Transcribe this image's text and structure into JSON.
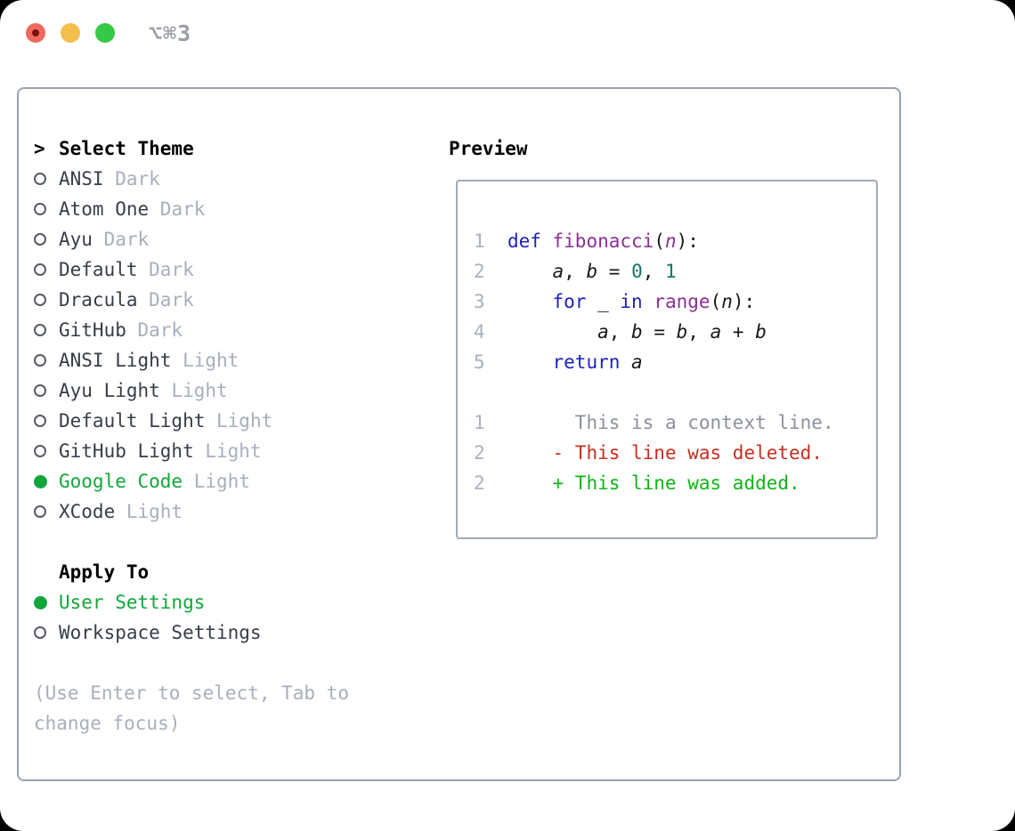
{
  "window": {
    "title": "⌥⌘3",
    "traffic_lights": [
      {
        "name": "close",
        "color": "#ee6a5f",
        "dot_color": "#7c120a"
      },
      {
        "name": "minimize",
        "color": "#f5bf4f"
      },
      {
        "name": "zoom",
        "color": "#35c946"
      }
    ]
  },
  "selector": {
    "prompt": ">",
    "title": "Select Theme",
    "themes": [
      {
        "name": "ANSI",
        "variant": "Dark",
        "selected": false
      },
      {
        "name": "Atom One",
        "variant": "Dark",
        "selected": false
      },
      {
        "name": "Ayu",
        "variant": "Dark",
        "selected": false
      },
      {
        "name": "Default",
        "variant": "Dark",
        "selected": false
      },
      {
        "name": "Dracula",
        "variant": "Dark",
        "selected": false
      },
      {
        "name": "GitHub",
        "variant": "Dark",
        "selected": false
      },
      {
        "name": "ANSI Light",
        "variant": "Light",
        "selected": false
      },
      {
        "name": "Ayu Light",
        "variant": "Light",
        "selected": false
      },
      {
        "name": "Default Light",
        "variant": "Light",
        "selected": false
      },
      {
        "name": "GitHub Light",
        "variant": "Light",
        "selected": false
      },
      {
        "name": "Google Code",
        "variant": "Light",
        "selected": true
      },
      {
        "name": "XCode",
        "variant": "Light",
        "selected": false
      }
    ],
    "apply_to": {
      "title": "Apply To",
      "options": [
        {
          "label": "User Settings",
          "selected": true
        },
        {
          "label": "Workspace Settings",
          "selected": false
        }
      ]
    },
    "hint": "(Use Enter to select, Tab to change focus)"
  },
  "preview": {
    "title": "Preview",
    "lines": [
      {
        "tokens": [
          {
            "t": "1  ",
            "c": "ln"
          },
          {
            "t": "def ",
            "c": "kw"
          },
          {
            "t": "fibonacci",
            "c": "fn"
          },
          {
            "t": "(",
            "c": "pl"
          },
          {
            "t": "n",
            "c": "fni"
          },
          {
            "t": "):",
            "c": "pl"
          }
        ]
      },
      {
        "tokens": [
          {
            "t": "2  ",
            "c": "ln"
          },
          {
            "t": "    ",
            "c": "pl"
          },
          {
            "t": "a",
            "c": "var"
          },
          {
            "t": ", ",
            "c": "pl"
          },
          {
            "t": "b",
            "c": "var"
          },
          {
            "t": " = ",
            "c": "pl"
          },
          {
            "t": "0",
            "c": "lit"
          },
          {
            "t": ", ",
            "c": "pl"
          },
          {
            "t": "1",
            "c": "lit"
          }
        ]
      },
      {
        "tokens": [
          {
            "t": "3  ",
            "c": "ln"
          },
          {
            "t": "    ",
            "c": "pl"
          },
          {
            "t": "for",
            "c": "kw"
          },
          {
            "t": " _ ",
            "c": "pl"
          },
          {
            "t": "in",
            "c": "kw"
          },
          {
            "t": " ",
            "c": "pl"
          },
          {
            "t": "range",
            "c": "fn"
          },
          {
            "t": "(",
            "c": "pl"
          },
          {
            "t": "n",
            "c": "var"
          },
          {
            "t": "):",
            "c": "pl"
          }
        ]
      },
      {
        "tokens": [
          {
            "t": "4  ",
            "c": "ln"
          },
          {
            "t": "        ",
            "c": "pl"
          },
          {
            "t": "a",
            "c": "var"
          },
          {
            "t": ", ",
            "c": "pl"
          },
          {
            "t": "b",
            "c": "var"
          },
          {
            "t": " = ",
            "c": "pl"
          },
          {
            "t": "b",
            "c": "var"
          },
          {
            "t": ", ",
            "c": "pl"
          },
          {
            "t": "a",
            "c": "var"
          },
          {
            "t": " + ",
            "c": "pl"
          },
          {
            "t": "b",
            "c": "var"
          }
        ]
      },
      {
        "tokens": [
          {
            "t": "5  ",
            "c": "ln"
          },
          {
            "t": "    ",
            "c": "pl"
          },
          {
            "t": "return",
            "c": "kw"
          },
          {
            "t": " ",
            "c": "pl"
          },
          {
            "t": "a",
            "c": "var"
          }
        ]
      },
      {
        "tokens": [
          {
            "t": "",
            "c": "pl"
          }
        ]
      },
      {
        "tokens": [
          {
            "t": "1  ",
            "c": "ln"
          },
          {
            "t": "      This is a context line.",
            "c": "ctx"
          }
        ]
      },
      {
        "tokens": [
          {
            "t": "2  ",
            "c": "ln"
          },
          {
            "t": "    - This line was deleted.",
            "c": "del"
          }
        ]
      },
      {
        "tokens": [
          {
            "t": "2  ",
            "c": "ln"
          },
          {
            "t": "    + This line was added.",
            "c": "add"
          }
        ]
      }
    ]
  },
  "colors": {
    "selected_green": "#12a63a",
    "diff_added_green": "#0fb418",
    "diff_deleted_red": "#c62f21",
    "diff_context_gray": "#8b919b",
    "keyword_blue": "#1e22b8",
    "function_purple": "#8b2f96",
    "literal_teal": "#0e7568",
    "muted_gray": "#a8afbb",
    "panel_border": "#9aa2ae"
  }
}
